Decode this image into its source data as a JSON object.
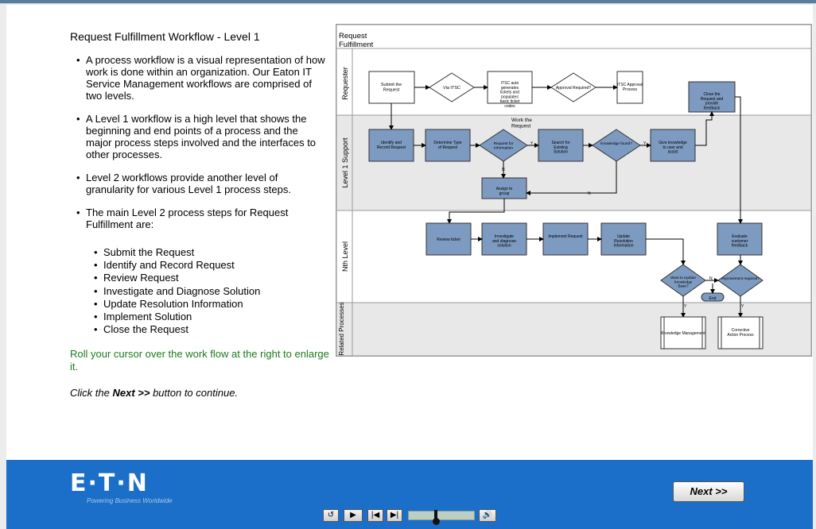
{
  "page": {
    "title": "Request Fulfillment Workflow - Level 1",
    "bullets": [
      "A process workflow is a visual representation of how work is done within an organization. Our Eaton IT Service Management workflows are comprised of two levels.",
      "A Level 1 workflow is a high level that shows the beginning and end points of a process and the major process steps involved and the interfaces to other processes.",
      "Level 2 workflows provide another level of granularity for various Level 1 process steps.",
      "The main Level 2 process steps for Request Fulfillment are:"
    ],
    "sub_bullets": [
      "Submit the Request",
      "Identify and Record Request",
      "Review Request",
      "Investigate and Diagnose Solution",
      "Update Resolution Information",
      "Implement Solution",
      "Close the Request"
    ],
    "roll_note": "Roll your cursor over the work flow at the right to enlarge it.",
    "continue_pre": "Click the ",
    "continue_bold": "Next >>",
    "continue_post": " button to continue."
  },
  "diagram": {
    "title": "Request Fulfillment Work Flow – Level 1",
    "lanes": [
      "Requester",
      "Level 1 Support",
      "Nth Level",
      "Related Processes"
    ],
    "section_label": "Work the Request",
    "boxes": {
      "submit": "Submit the Request",
      "itsc_auto": "ITSC auto generates tickets and populates basic ticket codes",
      "itsc_approval": "ITSC Approval Process",
      "close_request": "Close the Request and provide feedback",
      "identify": "Identify and Record Request",
      "determine": "Determine Type of Request",
      "search": "Search for Existing Solution",
      "give_knowledge": "Give knowledge to user and assist",
      "assign": "Assign to group",
      "review": "Review ticket",
      "investigate": "Investigate and diagnose solution",
      "implement": "Implement Request",
      "update": "Update Resolution Information",
      "evaluate": "Evaluate customer feedback",
      "knowledge_mgmt": "Knowledge Management",
      "corrective": "Corrective Action Process",
      "end": "End"
    },
    "decisions": {
      "via_itsc": "Via ITSC",
      "approval": "Approval Required?",
      "request_info": "Request for Information",
      "knowledge_found": "Knowledge found?",
      "update_kb": "Want to Update Knowledge Base?",
      "improvement": "Improvement required?"
    },
    "edge_labels": {
      "y": "Y",
      "n": "N"
    }
  },
  "footer": {
    "logo": "E·T·N",
    "tagline": "Powering Business Worldwide",
    "next_label": "Next >>",
    "controls": {
      "replay": "↺",
      "play": "▶",
      "prev": "|◀",
      "next": "▶|",
      "audio": "🔊"
    },
    "progress": 0.42
  }
}
